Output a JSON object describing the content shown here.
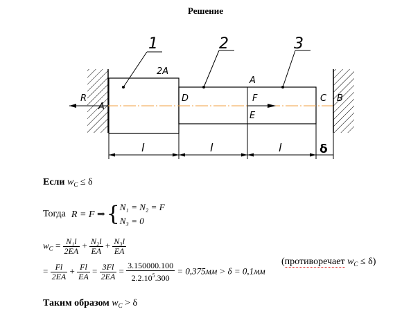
{
  "title": "Решение",
  "diagram": {
    "part_labels": [
      "1",
      "2",
      "3"
    ],
    "area_labels": [
      "2A",
      "A"
    ],
    "force_label": "F",
    "point_labels": {
      "R": "R",
      "A": "A",
      "D": "D",
      "E": "E",
      "C": "C",
      "B": "B"
    },
    "length_labels": [
      "l",
      "l",
      "l"
    ],
    "gap_label": "δ",
    "colors": {
      "axis": "#f0a040",
      "hatch": "#000000"
    }
  },
  "condition": {
    "prefix": "Если",
    "expr_var": "w",
    "expr_sub": "C",
    "expr_rel": "≤ δ"
  },
  "then": {
    "prefix": "Тогда",
    "lhs": "R = F ⇒",
    "line1": "N₁ = N₂ = F",
    "line2": "N₃ = 0"
  },
  "formula": {
    "w": "w",
    "w_sub": "C",
    "eq": "=",
    "f1_num": "N₁l",
    "f1_den": "2EA",
    "f2_num": "N₂l",
    "f2_den": "EA",
    "f3_num": "N₃l",
    "f3_den": "EA",
    "plus": "+",
    "g1_num": "Fl",
    "g1_den": "2EA",
    "g2_num": "Fl",
    "g2_den": "EA",
    "g3_num": "3Fl",
    "g3_den": "2EA",
    "g4_num": "3.150000.100",
    "g4_den_base": "2.2.10",
    "g4_den_exp": "5",
    "g4_den_tail": ".300",
    "result": "= 0,375мм > δ = 0,1мм"
  },
  "contradiction": {
    "open": "(",
    "word": "противоречает",
    "var": "w",
    "sub": "C",
    "rel": "≤ δ",
    "close": ")"
  },
  "conclusion": {
    "prefix": "Таким образом",
    "var": "w",
    "sub": "C",
    "rel": "> δ"
  }
}
